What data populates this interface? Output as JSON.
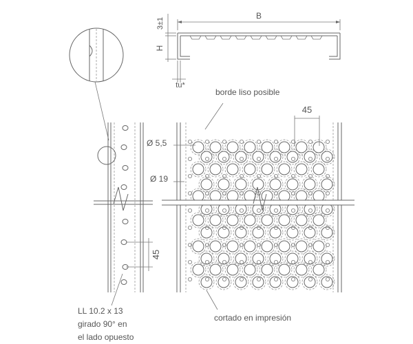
{
  "labels": {
    "dim_b": "B",
    "dim_3": "3±1",
    "dim_h": "H",
    "dim_tu": "tu*",
    "edge_note": "borde liso posible",
    "pitch": "45",
    "small_hole": "Ø 5,5",
    "large_hole": "Ø 19",
    "side_pitch": "45",
    "slot_line1": "LL 10.2 x 13",
    "slot_line2": "girado 90° en",
    "slot_line3": "el lado opuesto",
    "cut_note": "cortado en impresión"
  }
}
